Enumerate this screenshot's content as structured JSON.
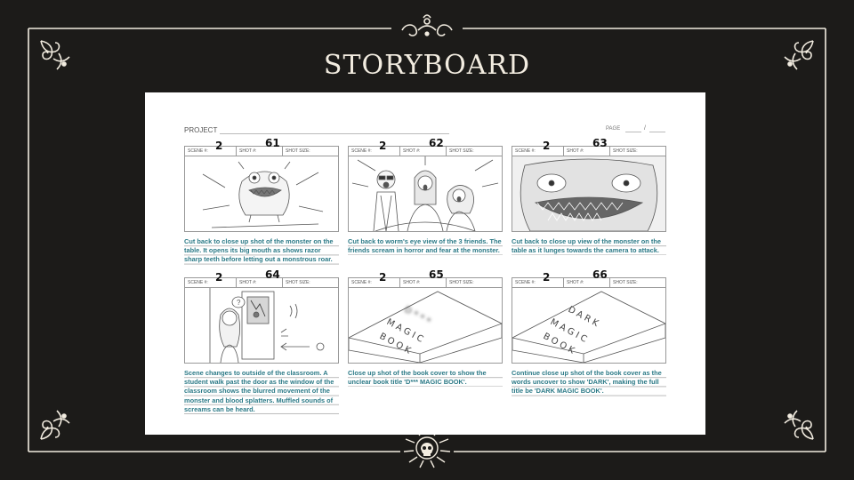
{
  "slide": {
    "title": "STORYBOARD",
    "colors": {
      "background": "#1c1b19",
      "frame": "#f2ece0",
      "description_text": "#2c7a87"
    },
    "ornament_icons": [
      "scroll-flourish-icon",
      "corner-flourish-icon",
      "skull-sunburst-icon"
    ]
  },
  "sheet": {
    "project_label": "PROJECT",
    "page_label": "PAGE",
    "page_separator": "/",
    "header_labels": {
      "scene": "SCENE #:",
      "shot": "SHOT #:",
      "shot_size": "SHOT SIZE:"
    },
    "panels": [
      {
        "scene": "2",
        "shot": "61",
        "description": "Cut back to close up shot of the monster on the table. It opens its big mouth as shows razor sharp teeth before letting out a monstrous roar."
      },
      {
        "scene": "2",
        "shot": "62",
        "description": "Cut back to worm's eye view of the 3 friends. The friends scream in horror and fear at the monster."
      },
      {
        "scene": "2",
        "shot": "63",
        "description": "Cut back to close up view of the monster on the table as it lunges towards the camera to attack."
      },
      {
        "scene": "2",
        "shot": "64",
        "description": "Scene changes to outside of the classroom. A student walk past the door as the window of the classroom shows the blurred movement of the monster and blood splatters. Muffled sounds of screams can be heard."
      },
      {
        "scene": "2",
        "shot": "65",
        "description": "Close up shot of the book cover to show the unclear book title 'D*** MAGIC BOOK'.",
        "book_title": [
          "D***",
          "MAGIC",
          "BOOK"
        ]
      },
      {
        "scene": "2",
        "shot": "66",
        "description": "Continue close up shot of the book cover as the words uncover to show 'DARK', making the full title be 'DARK MAGIC BOOK'.",
        "book_title": [
          "DARK",
          "MAGIC",
          "BOOK"
        ]
      }
    ]
  }
}
